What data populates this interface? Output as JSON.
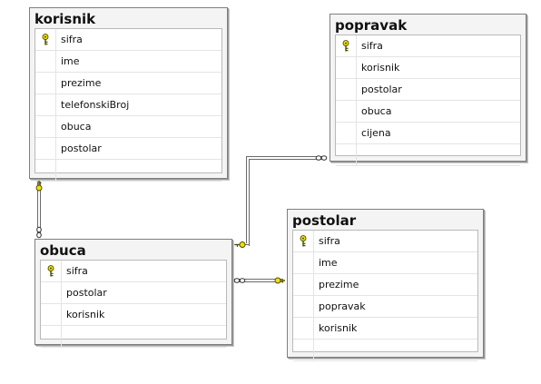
{
  "tables": {
    "korisnik": {
      "name": "korisnik",
      "columns": [
        "sifra",
        "ime",
        "prezime",
        "telefonskiBroj",
        "obuca",
        "postolar"
      ],
      "key_column": "sifra"
    },
    "popravak": {
      "name": "popravak",
      "columns": [
        "sifra",
        "korisnik",
        "postolar",
        "obuca",
        "cijena"
      ],
      "key_column": "sifra"
    },
    "obuca": {
      "name": "obuca",
      "columns": [
        "sifra",
        "postolar",
        "korisnik"
      ],
      "key_column": "sifra"
    },
    "postolar": {
      "name": "postolar",
      "columns": [
        "sifra",
        "ime",
        "prezime",
        "popravak",
        "korisnik"
      ],
      "key_column": "sifra"
    }
  },
  "relationships": [
    {
      "from": "korisnik",
      "to": "obuca",
      "one_end": "korisnik",
      "many_end": "obuca"
    },
    {
      "from": "popravak",
      "to": "obuca",
      "one_end": "obuca",
      "many_end": "popravak"
    },
    {
      "from": "obuca",
      "to": "postolar",
      "one_end": "postolar",
      "many_end": "obuca"
    }
  ],
  "icons": {
    "key": "key-icon",
    "relationship_one": "key-icon",
    "relationship_many": "infinity-icon"
  },
  "colors": {
    "key_fill": "#f2e000",
    "key_stroke": "#4a4a00",
    "connector": "#6a6a6a"
  }
}
